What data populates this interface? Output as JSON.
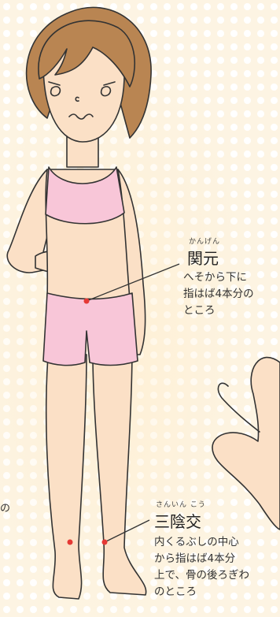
{
  "points": [
    {
      "reading": "かんげん",
      "name": "関元",
      "description_lines": [
        "へそから下に",
        "指はば4本分の",
        "ところ"
      ]
    },
    {
      "reading": "さんいん こう",
      "name": "三陰交",
      "description_lines": [
        "内くるぶしの中心",
        "から指はば4本分",
        "上で、骨の後ろぎわ",
        "のところ"
      ]
    }
  ],
  "edge_text": "の",
  "colors": {
    "acupoint": "#e53935",
    "skin": "#fbe0c6",
    "hair": "#b98552",
    "clothing": "#f8c6d8",
    "outline": "#333333"
  }
}
